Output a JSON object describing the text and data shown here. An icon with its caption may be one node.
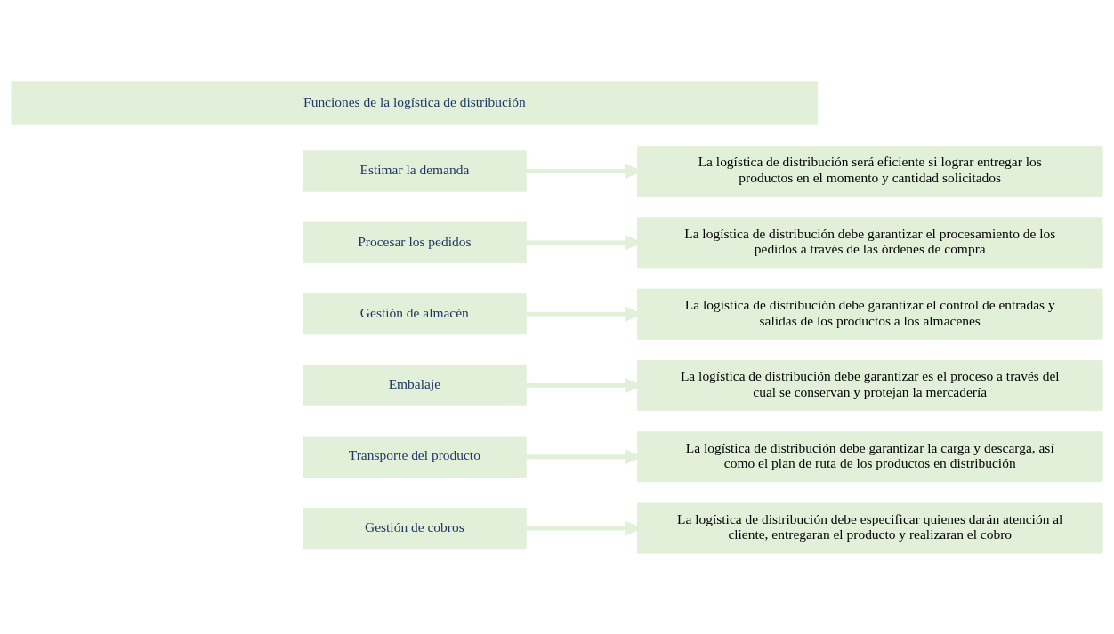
{
  "diagram": {
    "nodes": [
      {
        "text": [
          "Funciones de la logística de distribución"
        ]
      },
      {
        "text": [
          "Estimar la demanda"
        ]
      },
      {
        "text": [
          "La logística de distribución será eficiente si lograr entregar los productos en el momento y cantidad solicitados"
        ]
      },
      {
        "text": [
          "Procesar los pedidos"
        ]
      },
      {
        "text": [
          "La logística de distribución debe garantizar el procesamiento de los pedidos a través de las órdenes de compra"
        ]
      },
      {
        "text": [
          "Gestión de almacén"
        ]
      },
      {
        "text": [
          "La logística de distribución debe garantizar el control de entradas y salidas de los productos a los almacenes"
        ]
      },
      {
        "text": [
          "Embalaje"
        ]
      },
      {
        "text": [
          "La logística de distribución debe garantizar es el proceso a través del cual se conservan y protejan la mercadería"
        ]
      },
      {
        "text": [
          "Transporte del producto"
        ]
      },
      {
        "text": [
          "La logística de distribución debe garantizar la carga y descarga, así como el plan de ruta de los productos en distribución"
        ]
      },
      {
        "text": [
          "Gestión de cobros"
        ]
      },
      {
        "text": [
          "La logística de distribución debe especificar quienes darán atención al cliente, entregaran el producto y realizaran el cobro"
        ]
      }
    ],
    "edges": [
      {
        "from": 1,
        "to": 2,
        "arrow": "to"
      },
      {
        "from": 3,
        "to": 4,
        "arrow": "to"
      },
      {
        "from": 5,
        "to": 6,
        "arrow": "to"
      },
      {
        "from": 7,
        "to": 8,
        "arrow": "to"
      },
      {
        "from": 9,
        "to": 10,
        "arrow": "to"
      },
      {
        "from": 11,
        "to": 12,
        "arrow": "to"
      }
    ]
  }
}
